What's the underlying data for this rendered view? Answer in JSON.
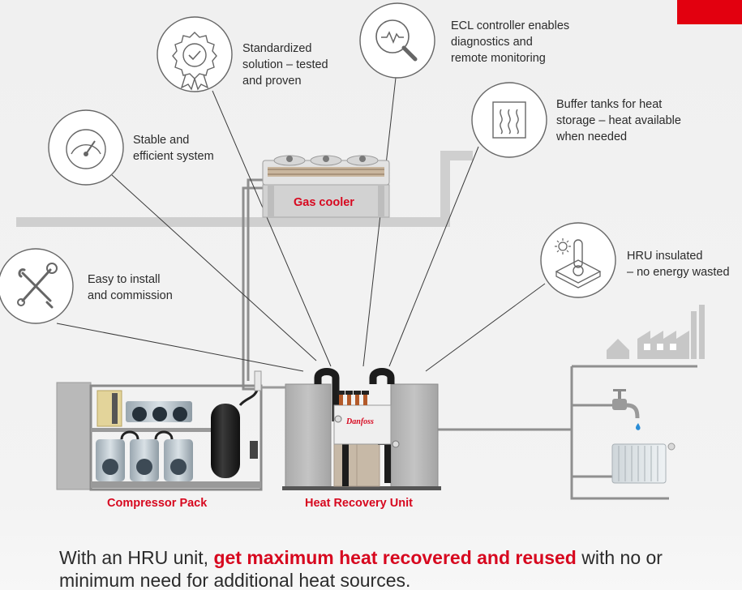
{
  "features": {
    "standardized": "Standardized\nsolution – tested\nand proven",
    "ecl": "ECL controller enables\ndiagnostics and\nremote monitoring",
    "buffer": "Buffer tanks for heat\nstorage – heat available\nwhen needed",
    "stable": "Stable and\nefficient system",
    "easy": "Easy to install\nand commission",
    "hru_insulated": "HRU insulated\n– no energy wasted"
  },
  "icons": {
    "standardized": "certified-badge-icon",
    "ecl": "diagnostics-magnifier-icon",
    "buffer": "heat-waves-icon",
    "stable": "gauge-icon",
    "easy": "tools-icon",
    "hru_insulated": "insulated-thermometer-icon"
  },
  "labels": {
    "gas_cooler": "Gas cooler",
    "compressor_pack": "Compressor Pack",
    "heat_recovery_unit": "Heat Recovery Unit",
    "brand": "Danfoss"
  },
  "tagline": {
    "part1": "With an HRU unit, ",
    "part2": "get maximum heat recovered and reused",
    "part3": " with no or minimum need for additional heat sources."
  },
  "colors": {
    "accent_red": "#d7081f",
    "icon_stroke": "#666666",
    "pipe_gray": "#9a9a9a"
  }
}
